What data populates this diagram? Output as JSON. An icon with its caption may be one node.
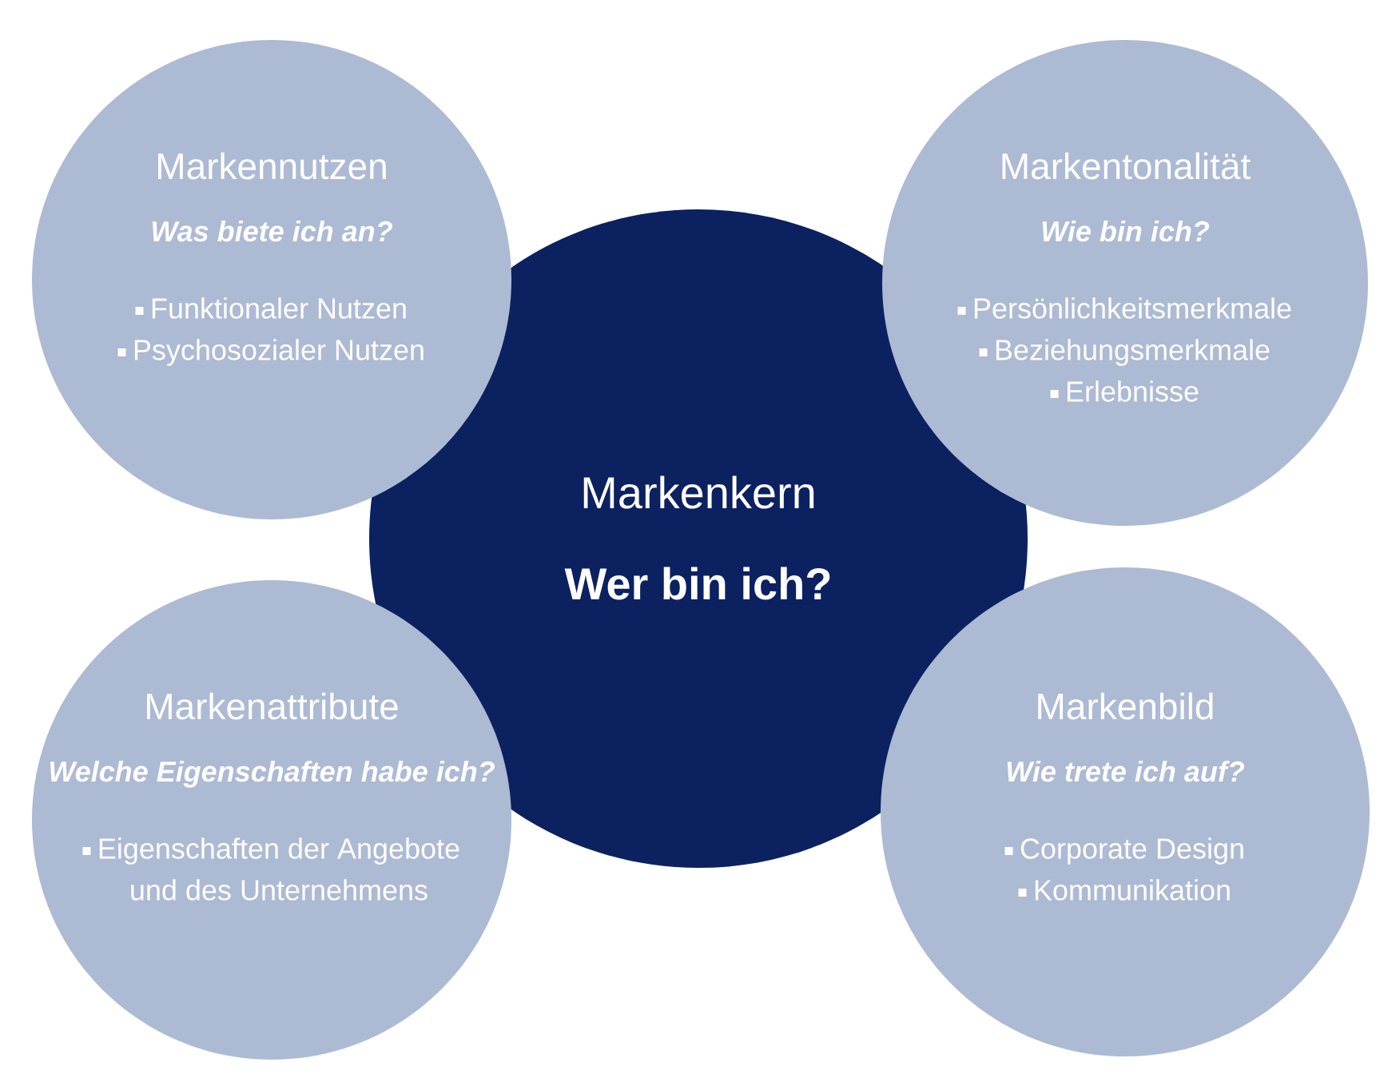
{
  "diagram": {
    "nodes": [
      {
        "text": [
          "Markennutzen",
          "Was biete ich an?",
          "Funktionaler Nutzen",
          "Psychosozialer Nutzen"
        ]
      },
      {
        "text": [
          "Markentonalität",
          "Wie bin ich?",
          "Persönlichkeitsmerkmale",
          "Beziehungsmerkmale",
          "Erlebnisse"
        ]
      },
      {
        "text": [
          "Markenkern",
          "Wer bin ich?"
        ]
      },
      {
        "text": [
          "Markenattribute",
          "Welche Eigenschaften habe ich?",
          "Eigenschaften der Angebote und des Unternehmens"
        ]
      },
      {
        "text": [
          "Markenbild",
          "Wie trete ich auf?",
          "Corporate Design",
          "Kommunikation"
        ]
      }
    ]
  }
}
